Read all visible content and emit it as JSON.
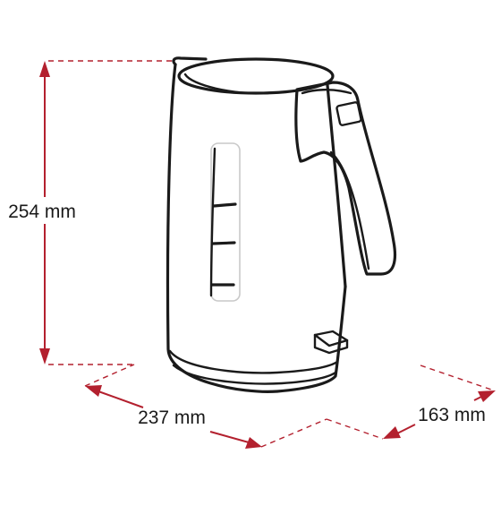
{
  "dimensions": {
    "height": {
      "label": "254 mm"
    },
    "width": {
      "label": "237 mm"
    },
    "depth": {
      "label": "163 mm"
    }
  },
  "colors": {
    "dimension_line": "#b3202e",
    "outline": "#1a1a1a",
    "background": "#ffffff"
  }
}
